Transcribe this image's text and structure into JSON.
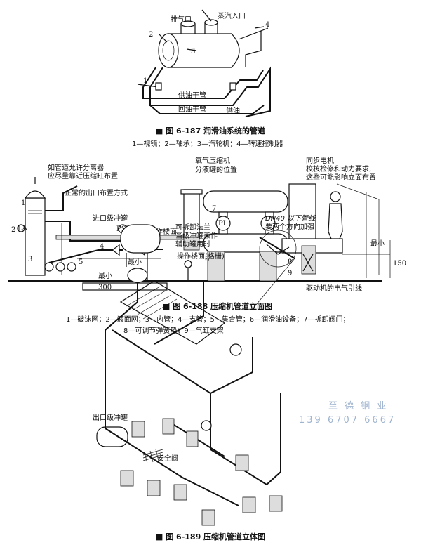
{
  "fig187": {
    "label_exhaust": "排气口",
    "label_steam": "蒸汽入口",
    "label_supply_main": "供油干管",
    "label_return_main": "回油干管",
    "label_supply": "供油",
    "n1": "1",
    "n2": "2",
    "n3": "3",
    "n4": "4",
    "caption": "■ 图 6-187   润滑油系统的管道",
    "legend": "1—视镜；2—轴承；3—汽轮机；4—转速控制器"
  },
  "fig188": {
    "note_separator_1": "如管道允许分离器",
    "note_separator_2": "应尽量靠近压缩缸布置",
    "note_outlet": "正常的出口布置方式",
    "note_oxygen_1": "氧气压缩机",
    "note_oxygen_2": "分液罐的位置",
    "note_motor_1": "同步电机",
    "note_motor_2": "校核检修和动力要求,",
    "note_motor_3": "这些可能影响立面布置",
    "label_platform": "操作楼面",
    "label_min1": "最小",
    "label_min2": "最小",
    "label_min3": "最小",
    "label_300": "300",
    "label_150": "150",
    "label_psv": "PSV",
    "label_la": "LA",
    "label_pi": "PI",
    "label_motor_cable": "驱动机的电气引线",
    "n1": "1",
    "n2": "2",
    "n3": "3",
    "n4": "4",
    "n5": "5",
    "n6": "6",
    "n7": "7",
    "n8": "8",
    "n9": "9",
    "caption": "■ 图 6-188   压缩机管道立面图",
    "legend_1": "1—破沫网；2—液面网；3—内管；4—支管；5—集合管；6—润滑油设备；7—拆卸阀门；",
    "legend_2": "8—可调节弹簧垫；9—气缸支架"
  },
  "fig189": {
    "label_inlet_drum": "进口级冲罐",
    "label_flange": "可拆卸法兰",
    "label_aux_1": "当级冲罐兼作",
    "label_aux_2": "辅助罐用时",
    "label_platform": "操作楼面(格栅)",
    "label_outlet_drum": "出口级冲罐",
    "label_safety_valve": "安全阀",
    "label_dn_1": "DN40 以下管线",
    "label_dn_2": "要两个方向加强",
    "caption": "■ 图 6-189   压缩机管道立体图"
  },
  "watermark": {
    "line1": "至 德 钢 业",
    "line2": "139 6707 6667"
  }
}
